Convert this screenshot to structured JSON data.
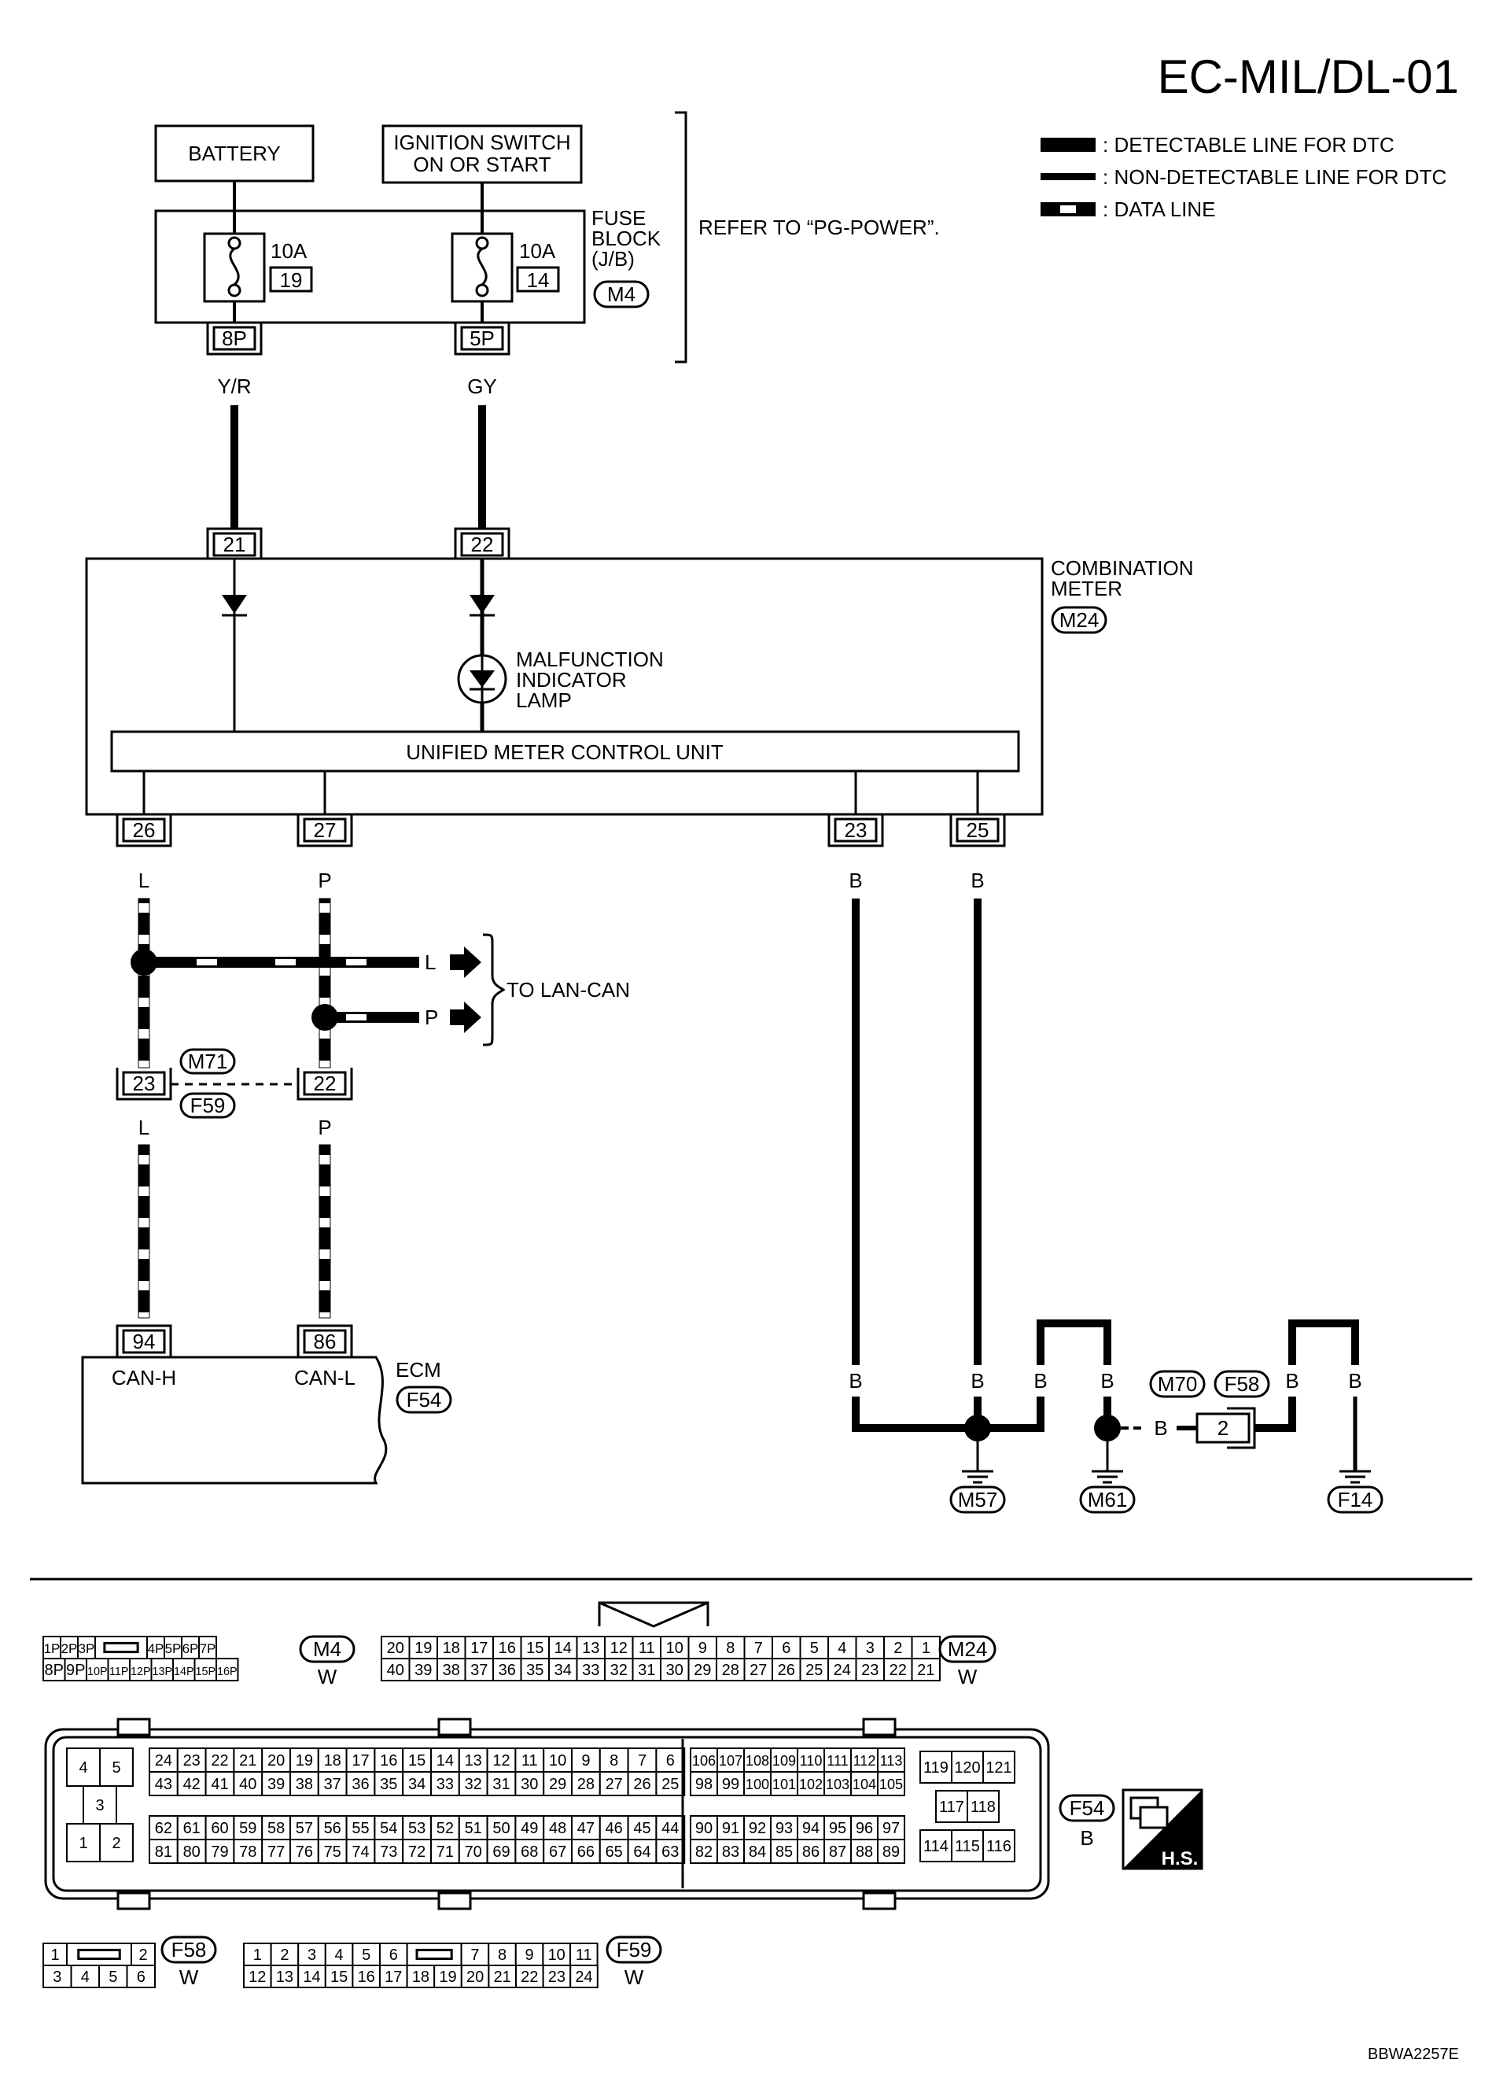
{
  "page_title": "EC-MIL/DL-01",
  "legend": [
    {
      "label": ": DETECTABLE LINE FOR DTC",
      "style": "solid"
    },
    {
      "label": ": NON-DETECTABLE LINE FOR DTC",
      "style": "thin"
    },
    {
      "label": ": DATA LINE",
      "style": "data"
    }
  ],
  "power": {
    "battery": "BATTERY",
    "ign_line1": "IGNITION SWITCH",
    "ign_line2": "ON OR START",
    "fuse_block_l1": "FUSE",
    "fuse_block_l2": "BLOCK",
    "fuse_block_l3": "(J/B)",
    "fuse_block_conn": "M4",
    "fuse1_amp": "10A",
    "fuse1_num": "19",
    "fuse2_amp": "10A",
    "fuse2_num": "14",
    "pin_8p": "8P",
    "pin_5p": "5P",
    "wire_yr": "Y/R",
    "wire_gy": "GY",
    "refer": "REFER TO “PG-POWER”."
  },
  "meter": {
    "pin_21": "21",
    "pin_22": "22",
    "title_l1": "COMBINATION",
    "title_l2": "METER",
    "conn": "M24",
    "mil_l1": "MALFUNCTION",
    "mil_l2": "INDICATOR",
    "mil_l3": "LAMP",
    "unit": "UNIFIED METER CONTROL UNIT",
    "pin_26": "26",
    "pin_27": "27",
    "pin_23": "23",
    "pin_25": "25",
    "w_l": "L",
    "w_p": "P",
    "w_b": "B"
  },
  "lan": {
    "to_lan_can": "TO LAN-CAN",
    "arrow_l": "L",
    "arrow_p": "P",
    "join_pin_23": "23",
    "join_pin_22": "22",
    "conn_m71": "M71",
    "conn_f59": "F59"
  },
  "ecm": {
    "pin_94": "94",
    "pin_86": "86",
    "can_h": "CAN-H",
    "can_l": "CAN-L",
    "title": "ECM",
    "conn": "F54"
  },
  "ground": {
    "m57": "M57",
    "m61": "M61",
    "m70": "M70",
    "f58": "F58",
    "f14": "F14",
    "pin_2": "2",
    "b": "B"
  },
  "connectors": {
    "m4": {
      "name": "M4",
      "color": "W",
      "row1": [
        "1P",
        "2P",
        "3P",
        "",
        "4P",
        "5P",
        "6P",
        "7P"
      ],
      "row2": [
        "8P",
        "9P",
        "10P",
        "11P",
        "12P",
        "13P",
        "14P",
        "15P",
        "16P"
      ]
    },
    "m24": {
      "name": "M24",
      "color": "W",
      "row1": [
        "20",
        "19",
        "18",
        "17",
        "16",
        "15",
        "14",
        "13",
        "12",
        "11",
        "10",
        "9",
        "8",
        "7",
        "6",
        "5",
        "4",
        "3",
        "2",
        "1"
      ],
      "row2": [
        "40",
        "39",
        "38",
        "37",
        "36",
        "35",
        "34",
        "33",
        "32",
        "31",
        "30",
        "29",
        "28",
        "27",
        "26",
        "25",
        "24",
        "23",
        "22",
        "21"
      ]
    },
    "f54": {
      "name": "F54",
      "color": "B",
      "left_small": [
        "4",
        "5",
        "3",
        "1",
        "2"
      ],
      "a1": [
        "24",
        "23",
        "22",
        "21",
        "20",
        "19",
        "18",
        "17",
        "16",
        "15",
        "14",
        "13",
        "12",
        "11",
        "10",
        "9",
        "8",
        "7",
        "6"
      ],
      "a2": [
        "43",
        "42",
        "41",
        "40",
        "39",
        "38",
        "37",
        "36",
        "35",
        "34",
        "33",
        "32",
        "31",
        "30",
        "29",
        "28",
        "27",
        "26",
        "25"
      ],
      "a3": [
        "62",
        "61",
        "60",
        "59",
        "58",
        "57",
        "56",
        "55",
        "54",
        "53",
        "52",
        "51",
        "50",
        "49",
        "48",
        "47",
        "46",
        "45",
        "44"
      ],
      "a4": [
        "81",
        "80",
        "79",
        "78",
        "77",
        "76",
        "75",
        "74",
        "73",
        "72",
        "71",
        "70",
        "69",
        "68",
        "67",
        "66",
        "65",
        "64",
        "63"
      ],
      "b1": [
        "106",
        "107",
        "108",
        "109",
        "110",
        "111",
        "112",
        "113"
      ],
      "b2": [
        "98",
        "99",
        "100",
        "101",
        "102",
        "103",
        "104",
        "105"
      ],
      "b3": [
        "90",
        "91",
        "92",
        "93",
        "94",
        "95",
        "96",
        "97"
      ],
      "b4": [
        "82",
        "83",
        "84",
        "85",
        "86",
        "87",
        "88",
        "89"
      ],
      "c1": [
        "119",
        "120",
        "121"
      ],
      "c2": [
        "117",
        "118"
      ],
      "c3": [
        "114",
        "115",
        "116"
      ],
      "hs": "H.S."
    },
    "f58": {
      "name": "F58",
      "color": "W",
      "row1": [
        "1",
        "",
        "2"
      ],
      "row2": [
        "3",
        "4",
        "5",
        "6"
      ]
    },
    "f59": {
      "name": "F59",
      "color": "W",
      "row1": [
        "1",
        "2",
        "3",
        "4",
        "5",
        "6",
        "",
        "7",
        "8",
        "9",
        "10",
        "11"
      ],
      "row2": [
        "12",
        "13",
        "14",
        "15",
        "16",
        "17",
        "18",
        "19",
        "20",
        "21",
        "22",
        "23",
        "24"
      ]
    }
  },
  "footer_code": "BBWA2257E",
  "colors": {
    "ink": "#000000",
    "paper": "#ffffff"
  }
}
